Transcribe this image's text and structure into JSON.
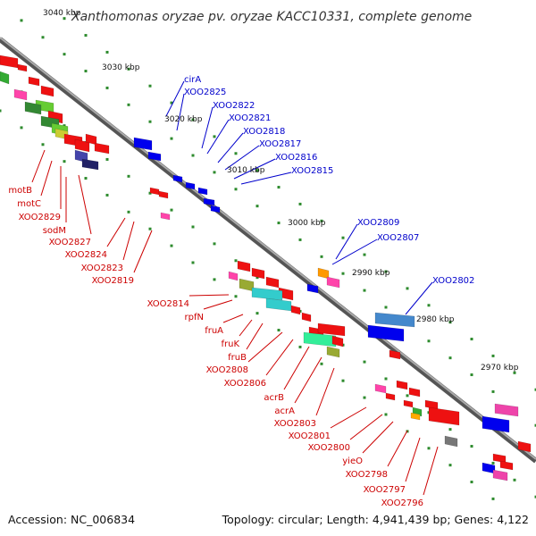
{
  "map": {
    "title": "Xanthomonas oryzae pv. oryzae KACC10331, complete genome",
    "accession": "Accession: NC_006834",
    "summary": "Topology: circular; Length: 4,941,439 bp; Genes: 4,122"
  },
  "colors": {
    "backbone": "#888888",
    "tick_dots": "#2e8b2e",
    "forward_label": "#0000cc",
    "reverse_label": "#cc0000"
  },
  "ticks": [
    "3040 kbp",
    "3030 kbp",
    "3020 kbp",
    "3010 kbp",
    "3000 kbp",
    "2990 kbp",
    "2980 kbp",
    "2970 kbp"
  ],
  "forward_genes": [
    "cirA",
    "XOO2825",
    "XOO2822",
    "XOO2821",
    "XOO2818",
    "XOO2817",
    "XOO2816",
    "XOO2815",
    "XOO2809",
    "XOO2807",
    "XOO2802"
  ],
  "reverse_genes": [
    "motB",
    "motC",
    "XOO2829",
    "sodM",
    "XOO2827",
    "XOO2824",
    "XOO2823",
    "XOO2819",
    "XOO2814",
    "rpfN",
    "fruA",
    "fruK",
    "fruB",
    "XOO2808",
    "XOO2806",
    "acrB",
    "acrA",
    "XOO2803",
    "XOO2801",
    "XOO2800",
    "yieO",
    "XOO2798",
    "XOO2797",
    "XOO2796"
  ]
}
